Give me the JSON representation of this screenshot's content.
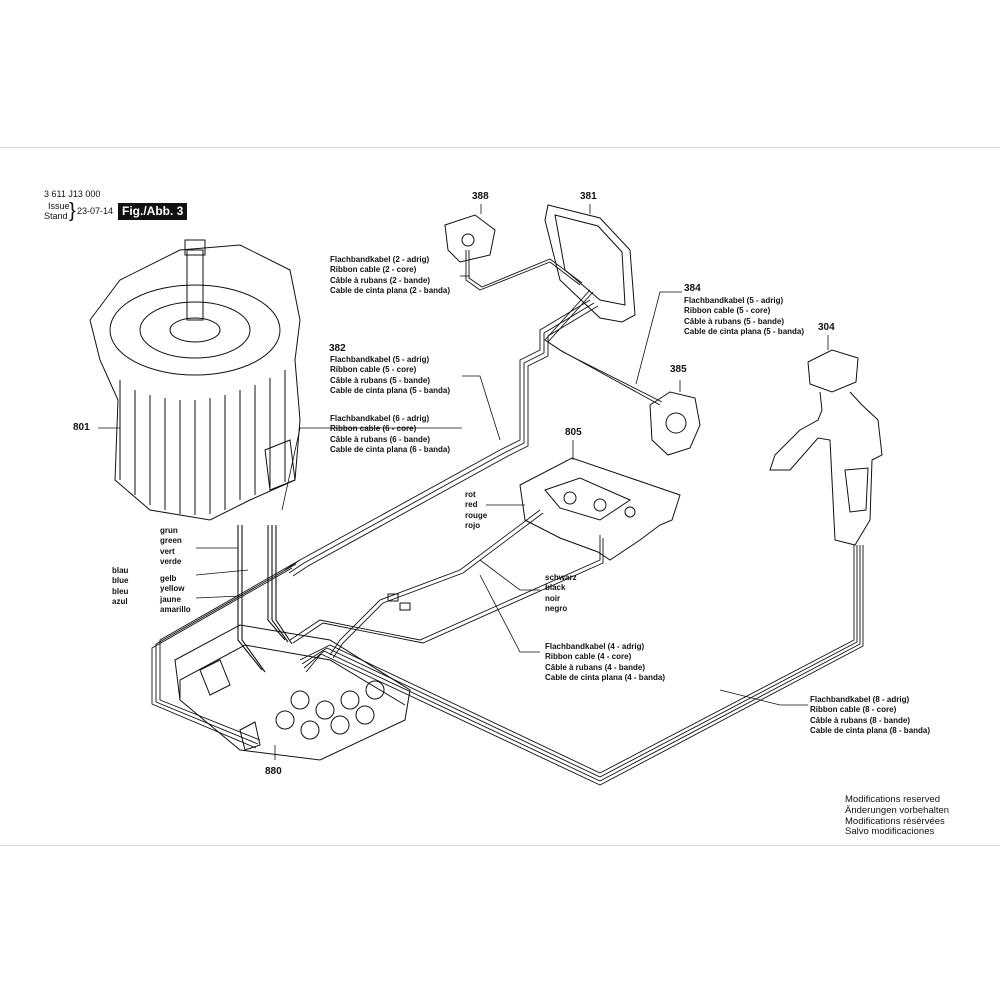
{
  "header": {
    "doc_number": "3 611 J13 000",
    "issue_label": "Issue",
    "stand_label": "Stand",
    "date": "23-07-14",
    "figure": "Fig./Abb. 3"
  },
  "parts": {
    "p388": "388",
    "p381": "381",
    "p384": "384",
    "p304": "304",
    "p382": "382",
    "p385": "385",
    "p801": "801",
    "p805": "805",
    "p880": "880"
  },
  "labels": {
    "ribbon2": [
      "Flachbandkabel (2 - adrig)",
      "Ribbon cable (2 - core)",
      "Câble à rubans (2 - bande)",
      "Cable de cinta plana (2 - banda)"
    ],
    "ribbon5_384": [
      "Flachbandkabel (5 - adrig)",
      "Ribbon cable (5 - core)",
      "Câble à rubans (5 - bande)",
      "Cable de cinta plana (5 - banda)"
    ],
    "ribbon5_382": [
      "Flachbandkabel (5 - adrig)",
      "Ribbon cable (5 - core)",
      "Câble à rubans (5 - bande)",
      "Cable de cinta plana (5 - banda)"
    ],
    "ribbon6": [
      "Flachbandkabel (6 - adrig)",
      "Ribbon cable (6 - core)",
      "Câble à rubans (6 - bande)",
      "Cable de cinta plana (6 - banda)"
    ],
    "red": [
      "rot",
      "red",
      "rouge",
      "rojo"
    ],
    "green": [
      "grun",
      "green",
      "vert",
      "verde"
    ],
    "blue": [
      "blau",
      "blue",
      "bleu",
      "azul"
    ],
    "yellow": [
      "gelb",
      "yellow",
      "jaune",
      "amarillo"
    ],
    "black": [
      "schwarz",
      "black",
      "noir",
      "negro"
    ],
    "ribbon4": [
      "Flachbandkabel (4 - adrig)",
      "Ribbon cable (4 - core)",
      "Câble à rubans (4 - bande)",
      "Cable de cinta plana (4 - banda)"
    ],
    "ribbon8": [
      "Flachbandkabel (8 - adrig)",
      "Ribbon cable (8 - core)",
      "Câble à rubans (8 - bande)",
      "Cable de cinta plana (8 - banda)"
    ]
  },
  "footer_note": [
    "Modifications reserved",
    "Änderungen vorbehalten",
    "Modifications résérvées",
    "Salvo modificaciones"
  ]
}
